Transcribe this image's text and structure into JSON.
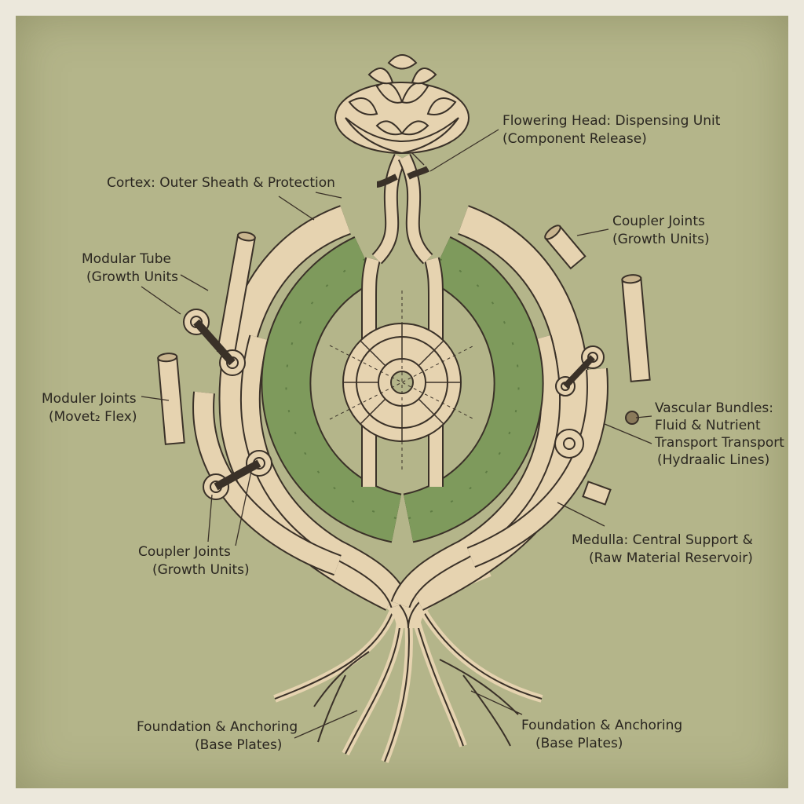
{
  "labels": {
    "flowering_head": {
      "line1": "Flowering Head: Dispensing Unit",
      "line2": "(Component Release)"
    },
    "cortex": {
      "line1": "Cortex: Outer Sheath & Protection"
    },
    "coupler_top": {
      "line1": "Coupler Joints",
      "line2": "(Growth Units)"
    },
    "modular_tube": {
      "line1": "Modular Tube",
      "line2": "(Growth Units"
    },
    "moduler_joints": {
      "line1": "Moduler Joints",
      "line2": "(Movet₂ Flex)"
    },
    "vascular": {
      "line1": "Vascular Bundles:",
      "line2": "Fluid & Nutrient",
      "line3": "Transport Transport",
      "line4": "(Hydraalic Lines)"
    },
    "coupler_bottom": {
      "line1": "Coupler Joints",
      "line2": "(Growth Units)"
    },
    "medulla": {
      "line1": "Medulla: Central Support &",
      "line2": "(Raw Material Reservoir)"
    },
    "foundation_left": {
      "line1": "Foundation & Anchoring",
      "line2": "(Base Plates)"
    },
    "foundation_right": {
      "line1": "Foundation & Anchoring",
      "line2": "(Base Plates)"
    }
  },
  "colors": {
    "background": "#b4b58a",
    "tube": "#e6d3b0",
    "ink": "#3a3128",
    "medulla_green": "#7e9a5c",
    "medulla_dark": "#5f7c44"
  }
}
